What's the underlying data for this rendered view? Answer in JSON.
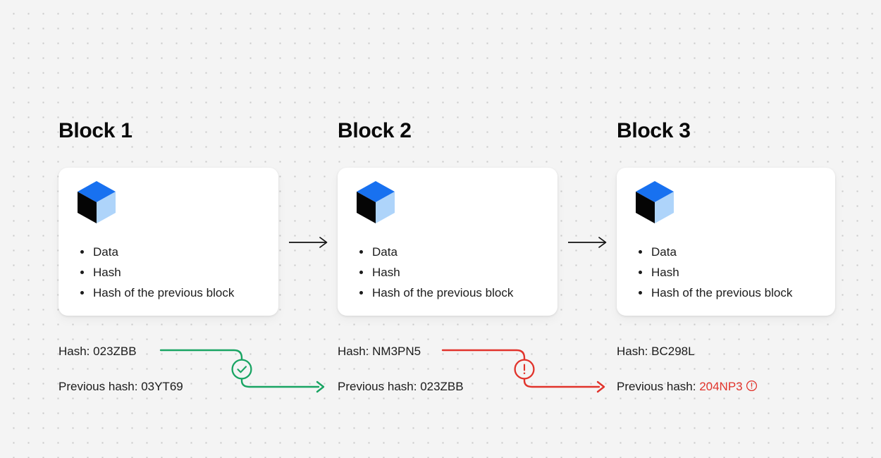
{
  "canvas": {
    "background_color": "#f4f4f4",
    "dot_color": "#c9c9c9",
    "card_color": "#ffffff"
  },
  "palette": {
    "valid": "#19a463",
    "invalid": "#e1332b",
    "cube_top": "#1871f0",
    "cube_left": "#050505",
    "cube_right": "#aed4fa",
    "text": "#1b1b1b"
  },
  "icons": {
    "cube": "cube-icon",
    "check": "check-circle-icon",
    "warning": "warning-circle-icon",
    "arrow": "arrow-right-icon"
  },
  "blocks": [
    {
      "title": "Block 1",
      "items": [
        "Data",
        "Hash",
        "Hash of the previous block"
      ],
      "hash_label": "Hash:",
      "hash_value": "023ZBB",
      "prev_label": "Previous hash:",
      "prev_value": "03YT69",
      "prev_valid": true
    },
    {
      "title": "Block 2",
      "items": [
        "Data",
        "Hash",
        "Hash of the previous block"
      ],
      "hash_label": "Hash:",
      "hash_value": "NM3PN5",
      "prev_label": "Previous hash:",
      "prev_value": "023ZBB",
      "prev_valid": true
    },
    {
      "title": "Block 3",
      "items": [
        "Data",
        "Hash",
        "Hash of the previous block"
      ],
      "hash_label": "Hash:",
      "hash_value": "BC298L",
      "prev_label": "Previous hash:",
      "prev_value": "204NP3",
      "prev_valid": false
    }
  ],
  "connectors": [
    {
      "from": "Block 1",
      "to": "Block 2",
      "status": "valid",
      "status_icon": "check-circle-icon",
      "color": "#19a463"
    },
    {
      "from": "Block 2",
      "to": "Block 3",
      "status": "invalid",
      "status_icon": "warning-circle-icon",
      "color": "#e1332b"
    }
  ]
}
